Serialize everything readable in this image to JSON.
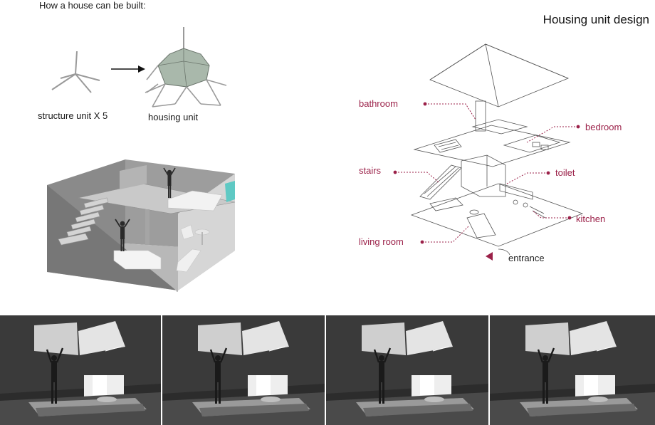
{
  "intro_text": "How a house can be built:",
  "section_title": "Housing unit design",
  "captions": {
    "structure_unit": "structure unit X 5",
    "housing_unit": "housing unit"
  },
  "room_labels": {
    "bathroom": "bathroom",
    "bedroom": "bedroom",
    "stairs": "stairs",
    "toilet": "toilet",
    "kitchen": "kitchen",
    "living_room": "living room",
    "entrance": "entrance"
  },
  "colors": {
    "label_accent": "#9b2149",
    "glass_accent": "#5fc9c4"
  }
}
